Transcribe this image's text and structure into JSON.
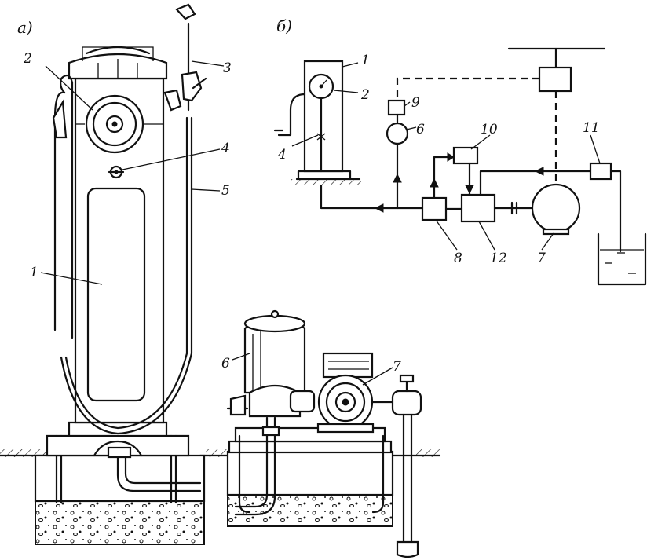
{
  "panels": {
    "a": {
      "label": "а)"
    },
    "b": {
      "label": "б)"
    }
  },
  "labels_a": {
    "n1": "1",
    "n2": "2",
    "n3": "3",
    "n4": "4",
    "n5": "5"
  },
  "labels_b": {
    "n1": "1",
    "n2": "2",
    "n4": "4",
    "n6": "6",
    "n7": "7",
    "n8": "8",
    "n9": "9",
    "n10": "10",
    "n11": "11",
    "n12": "12"
  },
  "labels_bottom": {
    "n6": "6",
    "n7": "7"
  }
}
